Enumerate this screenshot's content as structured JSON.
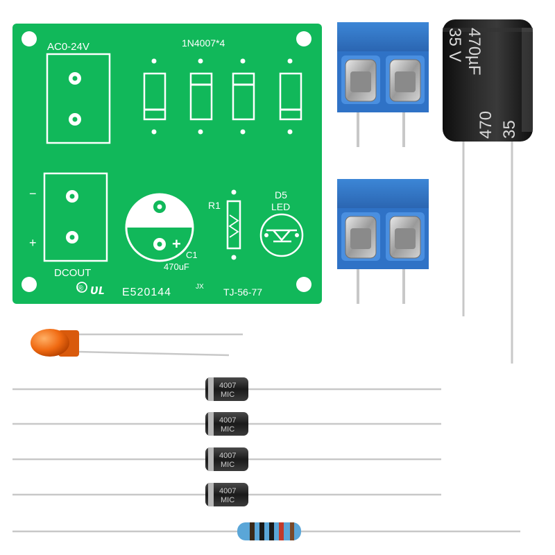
{
  "board": {
    "ac_input_label": "AC0-24V",
    "diode_ref_label": "1N4007*4",
    "dc_output_label": "DCOUT",
    "minus_label": "−",
    "plus_label": "+",
    "resistor_ref": "R1",
    "led_ref": "D5",
    "led_label": "LED",
    "capacitor_ref": "C1",
    "capacitor_value": "470uF",
    "cert_number": "E520144",
    "cert_suffix": "JX",
    "board_code": "TJ-56-77",
    "registered_mark": "®",
    "ul_mark": "ᴜʟ"
  },
  "capacitor": {
    "capacitance": "470µF",
    "voltage": "35 V",
    "side_capacitance": "470",
    "side_voltage": "35"
  },
  "diodes": {
    "marking_top": "4007",
    "marking_bottom": "MIC"
  },
  "colors": {
    "pcb_green": "#11b85a",
    "terminal_blue": "#2f72c6",
    "led_orange": "#f06a12",
    "resistor_blue": "#5aa6d8",
    "capacitor_black": "#1c1c1c"
  }
}
